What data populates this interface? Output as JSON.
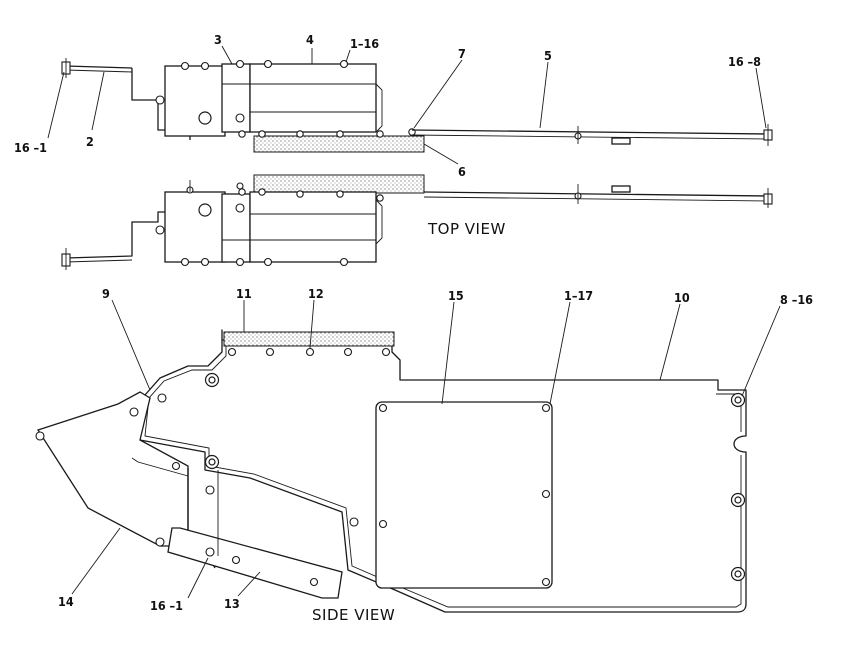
{
  "views": {
    "top": "TOP VIEW",
    "side": "SIDE VIEW"
  },
  "callouts": {
    "c16_1_top": "16 –1",
    "c2": "2",
    "c3": "3",
    "c4": "4",
    "c1_16": "1–16",
    "c7": "7",
    "c5": "5",
    "c16_8": "16 –8",
    "c6": "6",
    "c9": "9",
    "c11": "11",
    "c12": "12",
    "c15": "15",
    "c1_17": "1–17",
    "c10": "10",
    "c8_16": "8 –16",
    "c14": "14",
    "c16_1_side": "16 –1",
    "c13": "13"
  }
}
